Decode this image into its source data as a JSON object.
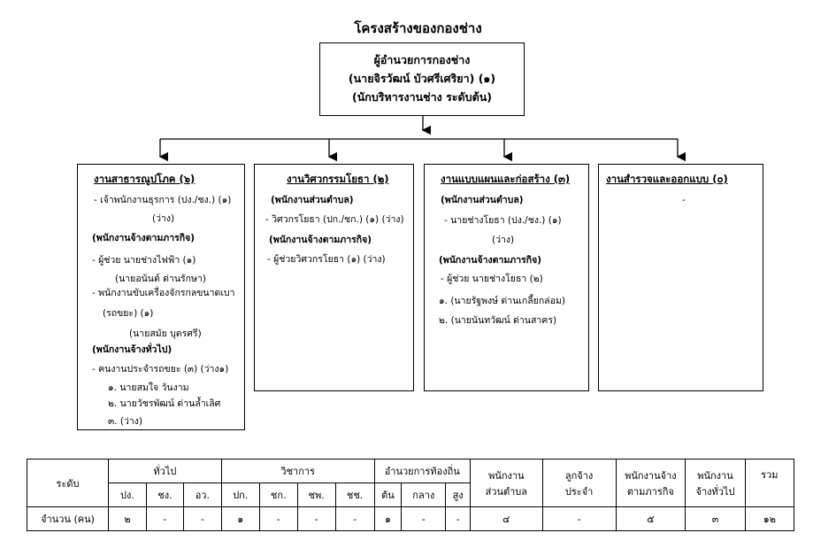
{
  "title": "โครงสร้างของกองช่าง",
  "head": {
    "line1": "ผู้อำนวยการกองช่าง",
    "line2": "(นายจิรวัฒน์  บัวศรีเศริยา) (๑)",
    "line3": "(นักบริหารงานช่าง ระดับต้น)"
  },
  "dept1": {
    "heading": "งานสาธารณูปโภค (๖)",
    "lines": [
      "- เจ้าพนักงานธุรการ (ปง./ชง.) (๑)",
      "(ว่าง)",
      "(พนักงานจ้างตามภารกิจ)",
      "- ผู้ช่วย นายช่างไฟฟ้า (๑)",
      "(นายอนันต์  ด่านรักษา)",
      "- พนักงานขับเครื่องจักรกลขนาดเบา",
      "(รถขยะ) (๑)",
      "(นายสมัย บุตรศรี)",
      "(พนักงานจ้างทั่วไป)",
      "- คนงานประจำรถขยะ (๓)  (ว่าง๑)",
      "๑. นายสมใจ  วันงาม",
      "๒. นายวัชรพัฒน์ ด่านล้ำเลิศ",
      "๓. (ว่าง)"
    ]
  },
  "dept2": {
    "heading": "งานวิศวกรรมโยธา (๒)",
    "lines": [
      "(พนักงานส่วนตำบล)",
      "-  วิศวกรโยธา (ปก./ชก.) (๑) (ว่าง)",
      "(พนักงานจ้างตามภารกิจ)",
      "- ผู้ช่วยวิศวกรโยธา (๑) (ว่าง)"
    ]
  },
  "dept3": {
    "heading": "งานแบบแผนและก่อสร้าง (๓)",
    "lines": [
      "(พนักงานส่วนตำบล)",
      "- นายช่างโยธา (ปง./ชง.) (๑)",
      "(ว่าง)",
      "(พนักงานจ้างตามภารกิจ)",
      "- ผู้ช่วย นายช่างโยธา (๒)",
      "๑. (นายรัฐพงษ์  ด่านเกลี้ยกล่อม)",
      "๒. (นายนันทวัฒน์  ด่านสาคร)"
    ]
  },
  "dept4": {
    "heading": "งานสำรวจและออกแบบ (๐)",
    "lines": [
      "-"
    ]
  },
  "table": {
    "rank_label": "ระดับ",
    "groups": [
      "ทั่วไป",
      "วิชาการ",
      "อำนวยการท้องถิ่น"
    ],
    "general_subs": [
      "ปง.",
      "ชง.",
      "อว."
    ],
    "academic_subs": [
      "ปก.",
      "ชก.",
      "ชพ.",
      "ชช."
    ],
    "admin_subs": [
      "ต้น",
      "กลาง",
      "สูง"
    ],
    "other_cols": [
      [
        "พนักงาน",
        "ส่วนตำบล"
      ],
      [
        "ลูกจ้าง",
        "ประจำ"
      ],
      [
        "พนักงานจ้าง",
        "ตามภารกิจ"
      ],
      [
        "พนักงาน",
        "จ้างทั่วไป"
      ],
      [
        "รวม",
        ""
      ]
    ],
    "count_label": "จำนวน (คน)",
    "counts": [
      "๒",
      "-",
      "-",
      "๑",
      "-",
      "-",
      "-",
      "๑",
      "-",
      "-",
      "๔",
      "-",
      "๕",
      "๓",
      "๑๒"
    ]
  }
}
